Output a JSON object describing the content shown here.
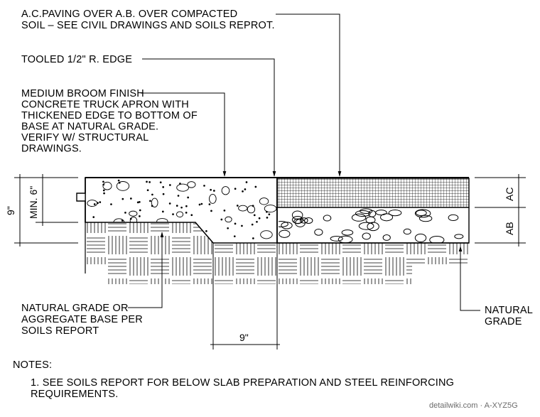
{
  "callouts": {
    "ac_paving": [
      "A.C.PAVING OVER A.B. OVER COMPACTED",
      "SOIL – SEE CIVIL DRAWINGS AND SOILS REPROT."
    ],
    "tooled_edge": [
      "TOOLED 1/2\" R. EDGE"
    ],
    "broom_finish": [
      "MEDIUM BROOM FINISH",
      "CONCRETE TRUCK APRON WITH",
      "THICKENED EDGE TO BOTTOM OF",
      "BASE AT NATURAL GRADE.",
      "VERIFY W/ STRUCTURAL",
      "DRAWINGS."
    ],
    "natural_grade_left": [
      "NATURAL GRADE OR",
      "AGGREGATE BASE PER",
      "SOILS REPORT"
    ],
    "natural_grade_right": [
      "NATURAL",
      "GRADE"
    ]
  },
  "dimensions": {
    "left_outer": "9\"",
    "left_inner": "MIN. 6\"",
    "bottom": "9\"",
    "right_upper": "AC",
    "right_lower": "AB"
  },
  "notes": {
    "heading": "NOTES:",
    "items": [
      "1. SEE SOILS REPORT FOR BELOW SLAB PREPARATION AND STEEL REINFORCING",
      "REQUIREMENTS."
    ]
  },
  "watermark": "detailwiki.com · A-XYZ5G"
}
